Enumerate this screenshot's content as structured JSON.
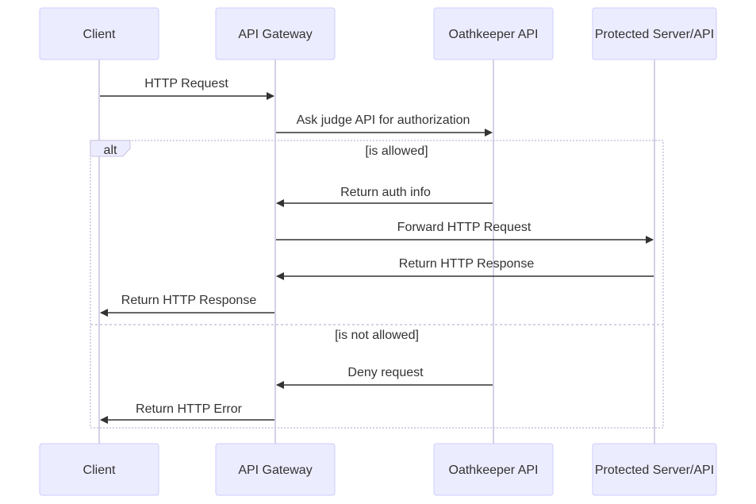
{
  "diagram": {
    "participants": [
      {
        "id": "client",
        "label": "Client"
      },
      {
        "id": "gateway",
        "label": "API Gateway"
      },
      {
        "id": "oathkeeper",
        "label": "Oathkeeper API"
      },
      {
        "id": "protected",
        "label": "Protected Server/API"
      }
    ],
    "messages": [
      {
        "label": "HTTP Request",
        "from": "client",
        "to": "gateway"
      },
      {
        "label": "Ask judge API for authorization",
        "from": "gateway",
        "to": "oathkeeper"
      },
      {
        "label": "Return auth info",
        "from": "oathkeeper",
        "to": "gateway"
      },
      {
        "label": "Forward HTTP Request",
        "from": "gateway",
        "to": "protected"
      },
      {
        "label": "Return HTTP Response",
        "from": "protected",
        "to": "gateway"
      },
      {
        "label": "Return HTTP Response",
        "from": "gateway",
        "to": "client"
      },
      {
        "label": "Deny request",
        "from": "oathkeeper",
        "to": "gateway"
      },
      {
        "label": "Return HTTP Error",
        "from": "gateway",
        "to": "client"
      }
    ],
    "alt_block": {
      "keyword": "alt",
      "conditions": [
        "[is allowed]",
        "[is not allowed]"
      ]
    },
    "colors": {
      "actor_fill": "#ECECFF",
      "actor_stroke": "#CCCCFF",
      "lifeline": "#D5D0E8",
      "arrow": "#333333",
      "alt_border": "#C8C3DE",
      "text": "#333333"
    }
  }
}
